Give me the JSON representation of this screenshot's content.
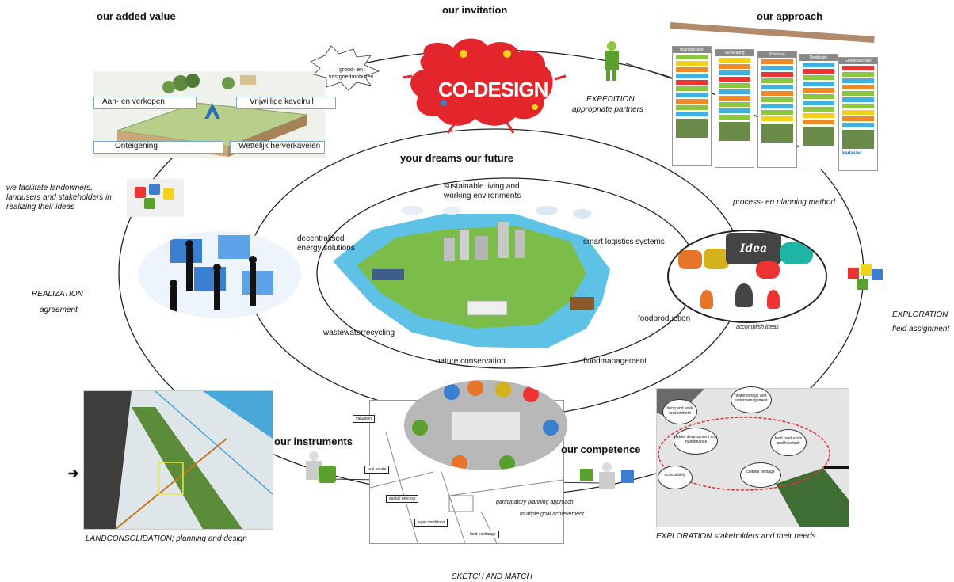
{
  "headings": {
    "added_value": "our added value",
    "invitation": "our invitation",
    "approach": "our approach",
    "dreams": "your dreams our future",
    "instruments": "our instruments",
    "competence": "our competence"
  },
  "labels": {
    "grond": "grond- en vastgoedmobiliteit",
    "expedition": "EXPEDITION",
    "appropriate_partners": "appropriate partners",
    "process_method": "process- en planning method",
    "facilitate": "we facilitate landowners, landusers and stakeholders in realizing their ideas",
    "realization": "REALIZATION",
    "agreement": "agreement",
    "exploration": "EXPLORATION",
    "field_assignment": "field assignment",
    "accomplish": "accomplish ideas",
    "landconsolidation": "LANDCONSOLIDATION; planning and design",
    "exploration_stakeholders": "EXPLORATION stakeholders and their needs",
    "sketch_match": "SKETCH AND MATCH",
    "participatory": "participatory planning approach",
    "multiple_goal": "multiple goal achievement",
    "idea": "Idea"
  },
  "codesign": "CO-DESIGN",
  "value_boxes": {
    "aan": "Aan- en verkopen",
    "vrijwillige": "Vrijwillige kavelruil",
    "onteigening": "Onteigening",
    "wettelijk": "Wettelijk herverkavelen"
  },
  "island_labels": {
    "sustainable": "sustainable living and working environments",
    "decentralised": "decentralised energy solutions",
    "smart": "smart logistics systems",
    "wastewater": "wastewaterrecycling",
    "food": "foodproduction",
    "nature": "nature conservation",
    "flood": "floodmanagement"
  },
  "sketch_tags": [
    "valuation",
    "real estate",
    "spatial process",
    "legal conditions",
    "land exchange"
  ],
  "exploration_bubbles": [
    "living and work environment",
    "waterstorage and watermanagement",
    "nature development and maintenance",
    "food production and livestock",
    "accessibility",
    "cultural heritage"
  ],
  "approach_columns": [
    "Inventarisatie",
    "Verkenning",
    "Planfase",
    "Realisatie",
    "Gebiedsbeheer"
  ],
  "approach_logo": "kadaster",
  "colors": {
    "codesign_red": "#e3262b",
    "codesign_yellow": "#f5d21a",
    "water": "#5ec2e6",
    "ring": "#222222"
  }
}
